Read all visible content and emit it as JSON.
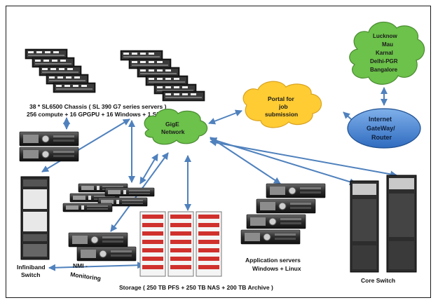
{
  "clouds": {
    "cities": {
      "lines": [
        "Lucknow",
        "Mau",
        "Karnal",
        "Delhi-PGR",
        "Bangalore"
      ]
    },
    "portal": {
      "lines": [
        "Portal for",
        "job",
        "submission"
      ]
    },
    "gige": {
      "lines": [
        "GigE",
        "Network"
      ]
    }
  },
  "router": {
    "lines": [
      "Internet",
      "GateWay/",
      "Router"
    ]
  },
  "labels": {
    "chassis_line1": "38 * SL6500 Chassis  ( SL 390 G7 series servers )",
    "chassis_line2": "256 compute  + 16 GPGPU + 16 Windows + 1 SMP",
    "nmi_line1": "NMI -",
    "nmi_line2": "Monitoring",
    "infiniband_line1": "Infiniband",
    "infiniband_line2": "Switch",
    "app_servers_line1": "Application  servers",
    "app_servers_line2": "Windows + Linux",
    "core_switch": "Core Switch",
    "storage": "Storage ( 250 TB PFS + 250  TB NAS + 200 TB Archive )"
  },
  "colors": {
    "cloud_green": "#6cc24a",
    "cloud_yellow": "#ffcc33",
    "router_blue": "#3f7fd0",
    "arrow_blue": "#4f81bd",
    "storage_red": "#d0312d"
  }
}
